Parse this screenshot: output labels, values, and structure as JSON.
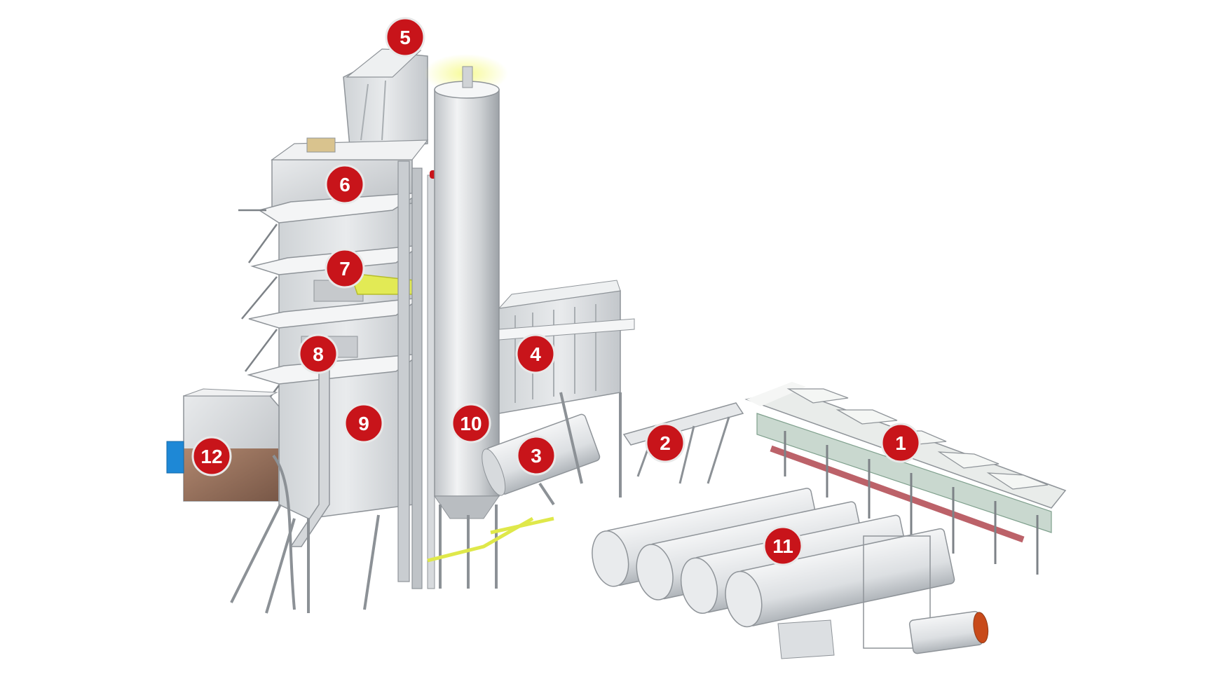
{
  "diagram": {
    "labels": [
      {
        "id": "label-1",
        "text": "1"
      },
      {
        "id": "label-2",
        "text": "2"
      },
      {
        "id": "label-3",
        "text": "3"
      },
      {
        "id": "label-4",
        "text": "4"
      },
      {
        "id": "label-5",
        "text": "5"
      },
      {
        "id": "label-6",
        "text": "6"
      },
      {
        "id": "label-7",
        "text": "7"
      },
      {
        "id": "label-8",
        "text": "8"
      },
      {
        "id": "label-9",
        "text": "9"
      },
      {
        "id": "label-10",
        "text": "10"
      },
      {
        "id": "label-11",
        "text": "11"
      },
      {
        "id": "label-12",
        "text": "12"
      }
    ],
    "colors": {
      "badge": "#c8141a",
      "badge_outline": "#e8e8e8",
      "structure": "#d9dcdf",
      "structure_dark": "#9ea3a8",
      "steel_line": "#6c7075",
      "highlight_yellow": "#dfe84a",
      "panel_blue": "#1e88d6",
      "rust": "#8a5a3b",
      "conveyor_red": "#a0202a"
    }
  }
}
